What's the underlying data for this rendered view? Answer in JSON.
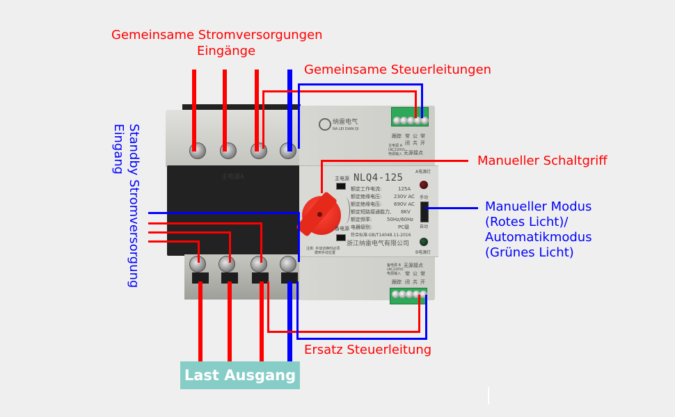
{
  "labels": {
    "common_power_inputs_line1": "Gemeinsame Stromversorgungen",
    "common_power_inputs_line2": "Eingänge",
    "common_control_lines": "Gemeinsame Steuerleitungen",
    "standby_power_line1": "Standby Stromversorgung",
    "standby_power_line2": "Eingang",
    "manual_handle": "Manueller Schaltgriff",
    "mode_line1": "Manueller Modus",
    "mode_line2": "(Rotes Licht)/",
    "mode_line3": "Automatikmodus",
    "mode_line4": "(Grünes Licht)",
    "backup_control_line": "Ersatz Steuerleitung",
    "load_output": "Last Ausgang"
  },
  "device": {
    "model": "NLQ4-125",
    "brand_cn": "纳雷电气",
    "brand_pinyin": "NA LEI DIAN QI",
    "main_source_label": "主电源A",
    "main_power_tag": "主电源",
    "backup_power_tag": "备电源",
    "specs": [
      {
        "name": "额定工作电流:",
        "value": "125A"
      },
      {
        "name": "额定绝缘电压:",
        "value": "230V AC"
      },
      {
        "name": "额定绝缘电压:",
        "value": "690V AC"
      },
      {
        "name": "额定短路接通能力,",
        "value": "8KV"
      },
      {
        "name": "额定频率:",
        "value": "50Hz/60Hz"
      },
      {
        "name": "电器级别:",
        "value": "PC级"
      },
      {
        "name": "符合标准:",
        "value": "GB/T14048.11-2016"
      }
    ],
    "manufacturer": "浙江纳雷电气有限公司",
    "note": "注意: 手动切换时必须",
    "note2": "拨到手动位置",
    "lamp_a": "A电源灯",
    "lamp_b": "B电源灯",
    "switch_manual": "手动",
    "switch_auto": "自动",
    "top_block_cols": [
      "常",
      "公",
      "常"
    ],
    "top_block_cols2": [
      "闭",
      "共",
      "开"
    ],
    "top_block_left": "跟踪",
    "top_block_power": [
      "主电源 A",
      "(AC220V)",
      "电源输入"
    ],
    "top_block_group": "无源接点",
    "bottom_block_power": [
      "备电源 B",
      "(AC220V)",
      "电源输入"
    ],
    "bottom_block_group": "无源接点",
    "bottom_block_left": "跟踪"
  },
  "colors": {
    "power_wire": "#ff0000",
    "control_wire": "#0000ff",
    "load_badge": "#87cdc7"
  }
}
